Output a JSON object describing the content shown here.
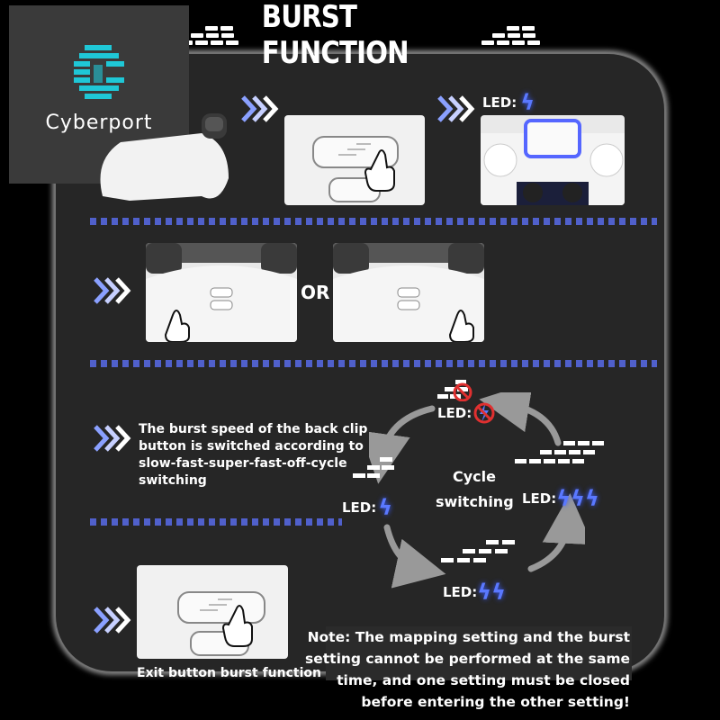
{
  "title": "BURST FUNCTION",
  "logo": {
    "brand": "Cyberport",
    "icon": "cyberport-c-logo-icon"
  },
  "steps": {
    "step1": {
      "led_label": "LED:",
      "led_icon": "lightning-bolt-icon"
    },
    "step2": {
      "or_label": "OR"
    },
    "step3": {
      "description": "The burst speed of the back clip button is switched according to slow-fast-super-fast-off-cycle switching",
      "cycle_label": "Cycle switching",
      "led_off": "LED:",
      "led_slow": "LED:",
      "led_fast": "LED:",
      "led_super": "LED:"
    },
    "step4": {
      "caption": "Exit button burst function"
    }
  },
  "note": "Note: The mapping setting and the burst setting cannot be performed at the same time, and one setting must be closed before entering the other setting!",
  "colors": {
    "accent": "#5a78ff",
    "panel": "#262626",
    "background": "#000000"
  }
}
